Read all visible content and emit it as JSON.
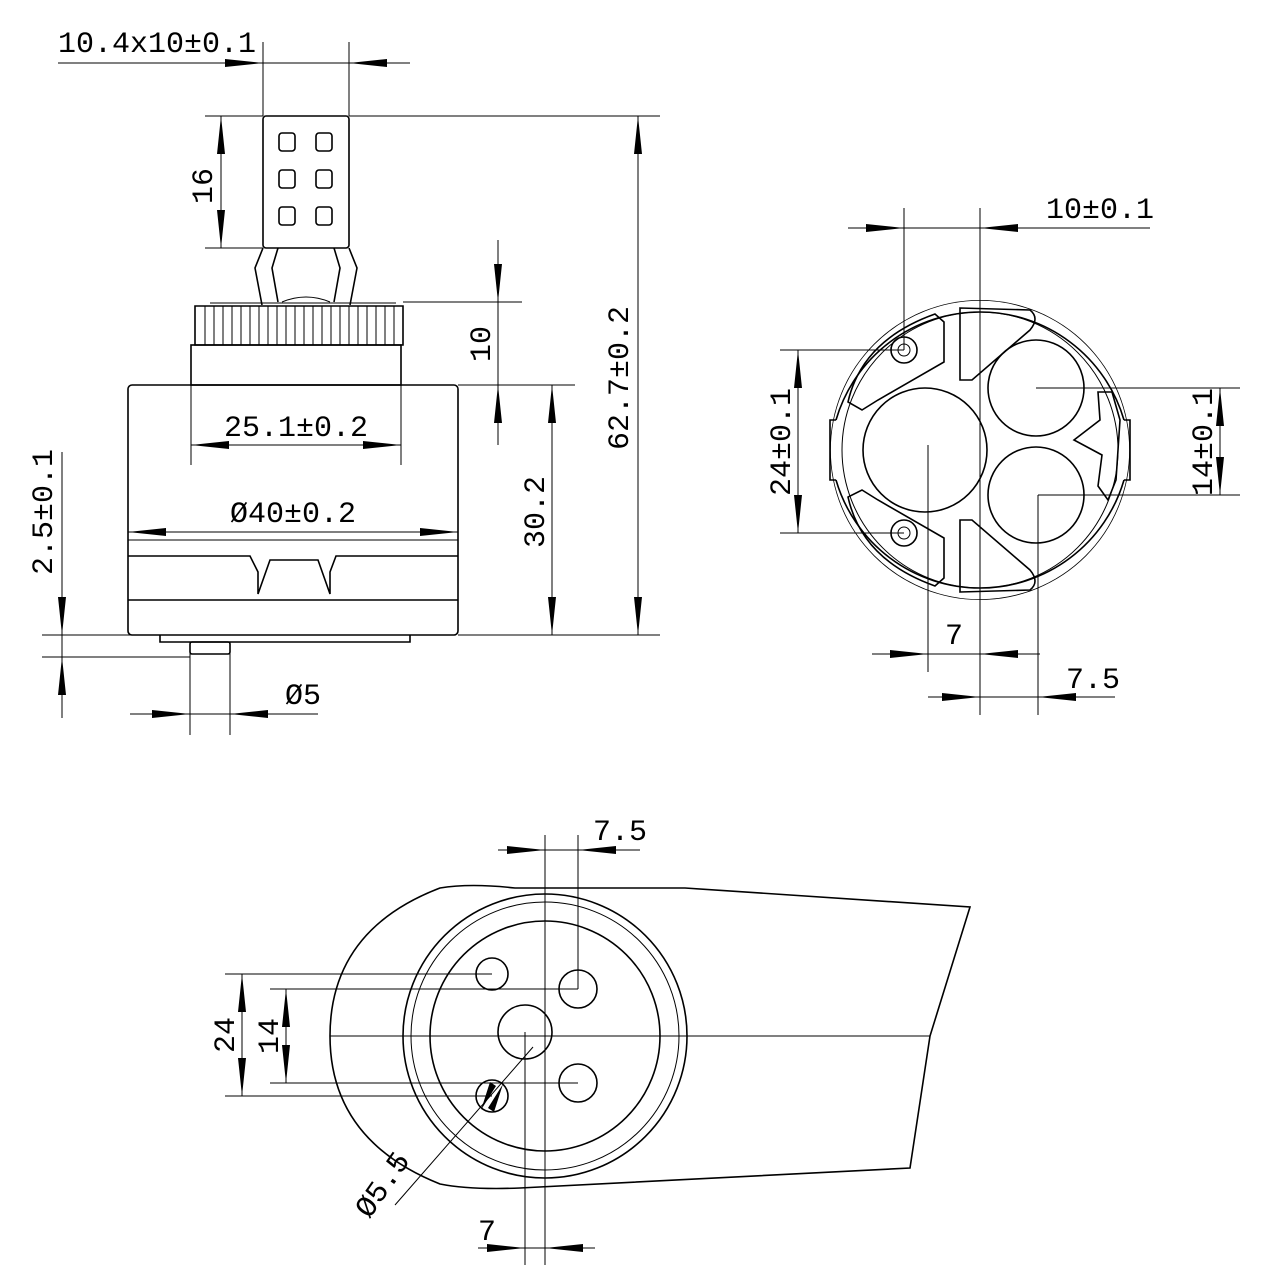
{
  "drawing": {
    "side_view": {
      "stem_size": "10.4x10±0.1",
      "stem_height": "16",
      "knurl_height": "10",
      "collar_diameter": "25.1±0.2",
      "body_diameter": "Ø40±0.2",
      "body_height": "30.2",
      "total_height": "62.7±0.2",
      "pin_height": "2.5±0.1",
      "pin_diameter": "Ø5"
    },
    "bottom_view": {
      "pin_offset_top": "10±0.1",
      "pin_spacing": "24±0.1",
      "port_spacing": "14±0.1",
      "port_offset_left": "7",
      "port_offset_right": "7.5"
    },
    "mounting_view": {
      "offset_top": "7.5",
      "spacing_outer": "24",
      "spacing_inner": "14",
      "hole_diameter": "Ø5.5",
      "offset_bottom": "7"
    }
  }
}
